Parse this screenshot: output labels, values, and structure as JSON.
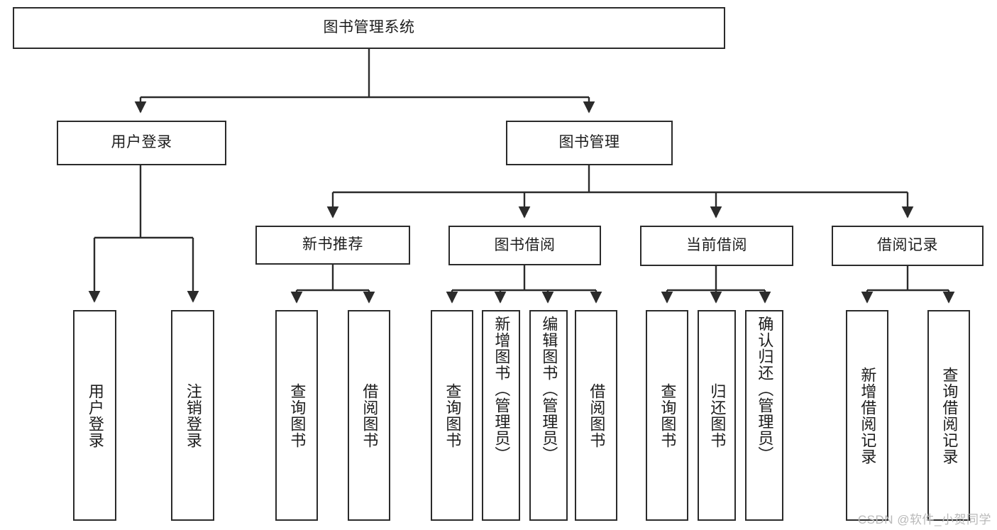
{
  "diagram": {
    "title": "图书管理系统",
    "type": "tree",
    "stroke_color": "#2b2b2b",
    "fill_color": "#ffffff",
    "text_color": "#1d1d1d",
    "watermark": "CSDN @软件_小贺同学"
  },
  "nodes": {
    "root": {
      "label": "图书管理系统"
    },
    "level2": [
      {
        "id": "user-login",
        "label": "用户登录"
      },
      {
        "id": "book-manage",
        "label": "图书管理"
      }
    ],
    "level3": [
      {
        "id": "new-book-recommend",
        "label": "新书推荐"
      },
      {
        "id": "book-borrow",
        "label": "图书借阅"
      },
      {
        "id": "current-borrow",
        "label": "当前借阅"
      },
      {
        "id": "borrow-record",
        "label": "借阅记录"
      }
    ],
    "leaves": {
      "user_login": [
        {
          "id": "leaf-user-login",
          "label": "用户登录"
        },
        {
          "id": "leaf-logout-login",
          "label": "注销登录"
        }
      ],
      "new_book_recommend": [
        {
          "id": "leaf-query-book-1",
          "label": "查询图书"
        },
        {
          "id": "leaf-borrow-book-1",
          "label": "借阅图书"
        }
      ],
      "book_borrow": [
        {
          "id": "leaf-query-book-2",
          "label": "查询图书"
        },
        {
          "id": "leaf-add-book",
          "label": "新增图书（管理员）"
        },
        {
          "id": "leaf-edit-book",
          "label": "编辑图书（管理员）"
        },
        {
          "id": "leaf-borrow-book-2",
          "label": "借阅图书"
        }
      ],
      "current_borrow": [
        {
          "id": "leaf-query-book-3",
          "label": "查询图书"
        },
        {
          "id": "leaf-return-book",
          "label": "归还图书"
        },
        {
          "id": "leaf-confirm-return",
          "label": "确认归还（管理员）"
        }
      ],
      "borrow_record": [
        {
          "id": "leaf-add-record",
          "label": "新增借阅记录"
        },
        {
          "id": "leaf-query-record",
          "label": "查询借阅记录"
        }
      ]
    }
  }
}
